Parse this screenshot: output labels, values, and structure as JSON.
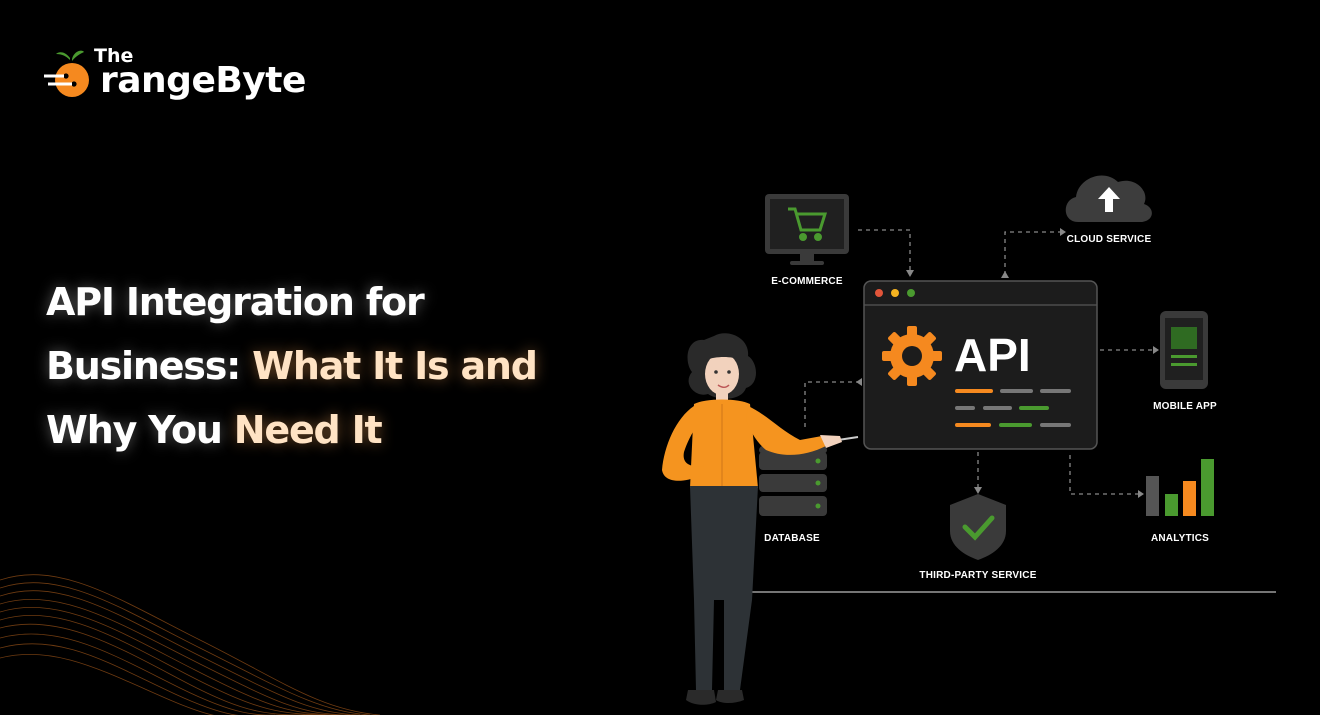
{
  "brand": {
    "the": "The",
    "name": "rangeByte",
    "colors": {
      "orange": "#f5891f",
      "leaf": "#4a9a2f"
    }
  },
  "headline": {
    "line1": "API Integration for",
    "line2_a": "Business: ",
    "line2_b": "What It Is and",
    "line3_a": "Why You ",
    "line3_b": "Need It"
  },
  "diagram": {
    "center_label": "API",
    "nodes": {
      "ecommerce": "E-COMMERCE",
      "cloud": "CLOUD SERVICE",
      "mobile": "MOBILE APP",
      "analytics": "ANALYTICS",
      "third_party": "THIRD-PARTY SERVICE",
      "database": "DATABASE"
    },
    "icons": [
      "shopping-cart-icon",
      "cloud-upload-icon",
      "mobile-phone-icon",
      "bar-chart-icon",
      "shield-check-icon",
      "database-icon",
      "gear-icon"
    ]
  }
}
